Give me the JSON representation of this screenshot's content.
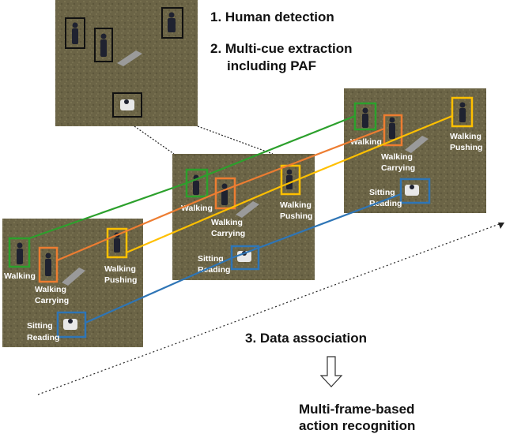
{
  "steps": {
    "step1": "1. Human detection",
    "step2_line1": "2.  Multi-cue extraction",
    "step2_line2": "including PAF",
    "step3": "3. Data association",
    "result_line1": "Multi-frame-based",
    "result_line2": "action recognition"
  },
  "frames": [
    {
      "id": "frame-1",
      "labels": [
        {
          "text": "Walking",
          "track": "green"
        },
        {
          "text": "Walking",
          "track": "orange"
        },
        {
          "text": "Carrying",
          "track": "orange"
        },
        {
          "text": "Walking",
          "track": "yellow"
        },
        {
          "text": "Pushing",
          "track": "yellow"
        },
        {
          "text": "Sitting",
          "track": "blue"
        },
        {
          "text": "Reading",
          "track": "blue"
        }
      ]
    },
    {
      "id": "frame-2",
      "labels": [
        {
          "text": "Walking",
          "track": "green"
        },
        {
          "text": "Walking",
          "track": "orange"
        },
        {
          "text": "Carrying",
          "track": "orange"
        },
        {
          "text": "Walking",
          "track": "yellow"
        },
        {
          "text": "Pushing",
          "track": "yellow"
        },
        {
          "text": "Sitting",
          "track": "blue"
        },
        {
          "text": "Reading",
          "track": "blue"
        }
      ]
    },
    {
      "id": "frame-3",
      "labels": [
        {
          "text": "Walking",
          "track": "green"
        },
        {
          "text": "Walking",
          "track": "orange"
        },
        {
          "text": "Carrying",
          "track": "orange"
        },
        {
          "text": "Walking",
          "track": "yellow"
        },
        {
          "text": "Pushing",
          "track": "yellow"
        },
        {
          "text": "Sitting",
          "track": "blue"
        },
        {
          "text": "Reading",
          "track": "blue"
        }
      ]
    }
  ],
  "colors": {
    "green": "#2ca02c",
    "orange": "#ed7d31",
    "yellow": "#ffc000",
    "blue": "#2e75b6",
    "detection_box": "#111111",
    "grass": "#6b6446"
  }
}
